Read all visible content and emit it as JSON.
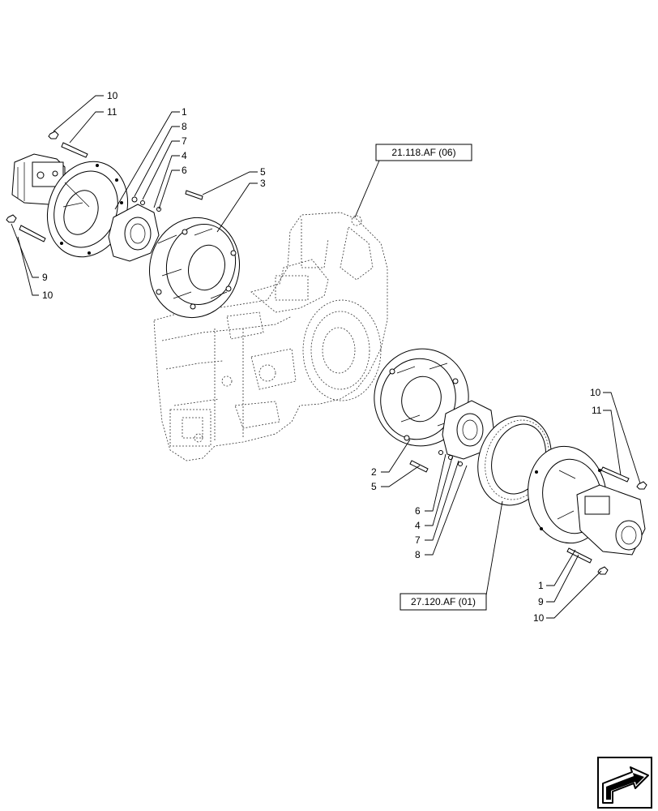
{
  "callouts": {
    "tl_10_top": "10",
    "tl_11": "11",
    "tl_9": "9",
    "tl_10_bottom": "10",
    "tc_1": "1",
    "tc_8": "8",
    "tc_7": "7",
    "tc_4": "4",
    "tc_6": "6",
    "tc_5": "5",
    "tc_3": "3",
    "mid_2": "2",
    "mid_5": "5",
    "mid_6": "6",
    "mid_4": "4",
    "mid_7": "7",
    "mid_8": "8",
    "r_10_top": "10",
    "r_11": "11",
    "r_1": "1",
    "r_9": "9",
    "r_10_bottom": "10"
  },
  "references": {
    "housing_ref": "21.118.AF (06)",
    "ring_gear_ref": "27.120.AF (01)"
  },
  "icons": {
    "nav_arrow": "forward-arrow-icon"
  }
}
